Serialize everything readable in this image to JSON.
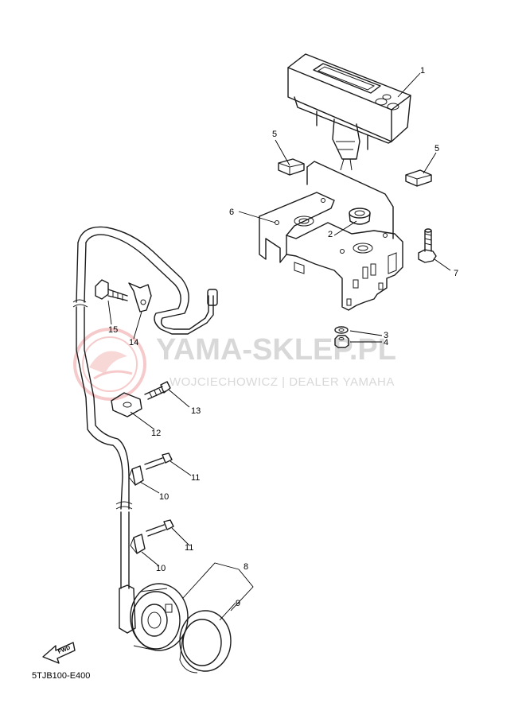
{
  "watermark": {
    "title": "YAMA-SKLEP.PL",
    "subtitle": "WOJCIECHOWICZ | DEALER YAMAHA"
  },
  "diagram_code": "5TJB100-E400",
  "fwd_label": "FWD",
  "callouts": {
    "c1": "1",
    "c2": "2",
    "c3": "3",
    "c4": "4",
    "c5a": "5",
    "c5b": "5",
    "c6": "6",
    "c7": "7",
    "c8": "8",
    "c9": "9",
    "c10a": "10",
    "c10b": "10",
    "c11a": "11",
    "c11b": "11",
    "c12": "12",
    "c13": "13",
    "c14": "14",
    "c15": "15"
  },
  "colors": {
    "line": "#1a1a1a",
    "watermark": "#d8d8d8",
    "watermark_logo": "#f3c9c9"
  }
}
